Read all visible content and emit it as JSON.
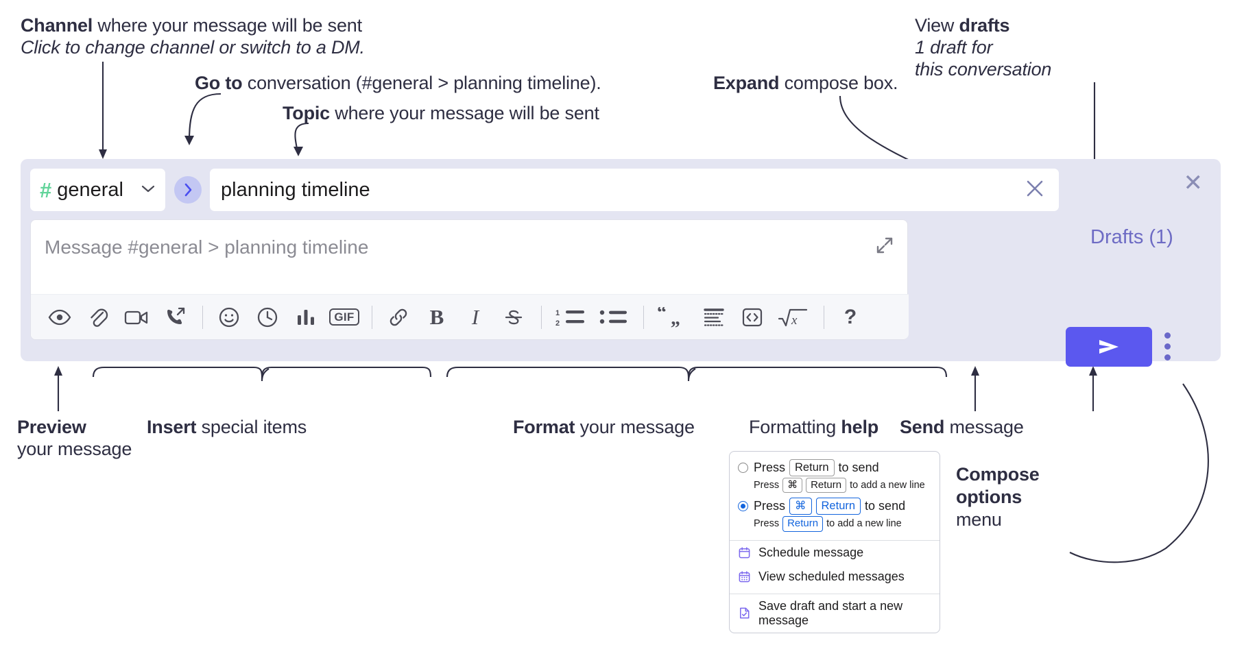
{
  "annotations": {
    "channel": {
      "bold": "Channel",
      "rest": " where your message will be sent",
      "sub": "Click to change channel or switch to a DM."
    },
    "goto": {
      "bold": "Go to",
      "rest": " conversation (#general > planning timeline)."
    },
    "topic": {
      "bold": "Topic",
      "rest": " where your message will be sent"
    },
    "expand": {
      "bold": "Expand",
      "rest": " compose box."
    },
    "drafts": {
      "pre": "View ",
      "bold": "drafts",
      "sub1": "1 draft for",
      "sub2": "this conversation"
    },
    "preview": {
      "bold": "Preview",
      "sub": "your message"
    },
    "insert": {
      "bold": "Insert",
      "rest": " special items"
    },
    "format": {
      "bold": "Format",
      "rest": " your message"
    },
    "formatting_help": {
      "pre": "Formatting ",
      "bold": "help"
    },
    "send": {
      "bold": "Send",
      "rest": " message"
    },
    "compose_options": {
      "bold1": "Compose",
      "bold2": "options",
      "rest": "menu"
    }
  },
  "compose": {
    "channel_name": "general",
    "hash_symbol": "#",
    "chevron": "⌄",
    "goto_arrow": "›",
    "topic_value": "planning timeline",
    "topic_clear": "✕",
    "message_placeholder": "Message #general > planning timeline",
    "drafts_label": "Drafts (1)",
    "widget_close": "✕",
    "accent_send": "#5b58ef",
    "panel_bg": "#e4e5f2",
    "hash_color": "#62d49a",
    "drafts_color": "#6d6bc4"
  },
  "toolbar": {
    "groups": [
      {
        "name": "preview",
        "items": [
          {
            "icon": "eye-icon",
            "label": "Preview"
          }
        ]
      },
      {
        "name": "insert",
        "items": [
          {
            "icon": "paperclip-icon",
            "label": "Attach file"
          },
          {
            "icon": "video-icon",
            "label": "Record video clip"
          },
          {
            "icon": "audio-call-icon",
            "label": "Record audio clip"
          }
        ]
      },
      {
        "name": "insert2",
        "items": [
          {
            "icon": "emoji-icon",
            "label": "Emoji"
          },
          {
            "icon": "clock-icon",
            "label": "Reminder"
          },
          {
            "icon": "poll-icon",
            "label": "Poll"
          },
          {
            "icon": "gif-icon",
            "label": "GIF"
          }
        ]
      },
      {
        "name": "format",
        "items": [
          {
            "icon": "link-icon",
            "label": "Link"
          },
          {
            "icon": "bold-icon",
            "label": "B"
          },
          {
            "icon": "italic-icon",
            "label": "I"
          },
          {
            "icon": "strikethrough-icon",
            "label": "Strikethrough"
          }
        ]
      },
      {
        "name": "lists",
        "items": [
          {
            "icon": "ordered-list-icon",
            "label": "Ordered list"
          },
          {
            "icon": "bulleted-list-icon",
            "label": "Bulleted list"
          }
        ]
      },
      {
        "name": "blocks",
        "items": [
          {
            "icon": "blockquote-icon",
            "label": "Blockquote"
          },
          {
            "icon": "code-block-icon",
            "label": "Code block"
          },
          {
            "icon": "code-icon",
            "label": "Code"
          },
          {
            "icon": "math-icon",
            "label": "Math"
          }
        ]
      },
      {
        "name": "help",
        "items": [
          {
            "icon": "question-icon",
            "label": "?"
          }
        ]
      }
    ],
    "gif_label": "GIF",
    "bold_label": "B",
    "italic_label": "I",
    "help_label": "?"
  },
  "menu": {
    "options": [
      {
        "selected": false,
        "main": [
          {
            "t": "Press",
            "k": false
          },
          {
            "t": "Return",
            "k": true
          },
          {
            "t": "to send",
            "k": false
          }
        ],
        "sub": [
          {
            "t": "Press",
            "k": false
          },
          {
            "t": "⌘",
            "k": true
          },
          {
            "t": "Return",
            "k": true
          },
          {
            "t": "to add a new line",
            "k": false
          }
        ]
      },
      {
        "selected": true,
        "main": [
          {
            "t": "Press",
            "k": false
          },
          {
            "t": "⌘",
            "k": true,
            "blue": true
          },
          {
            "t": "Return",
            "k": true,
            "blue": true
          },
          {
            "t": "to send",
            "k": false
          }
        ],
        "sub": [
          {
            "t": "Press",
            "k": false
          },
          {
            "t": "Return",
            "k": true,
            "blue": true
          },
          {
            "t": "to add a new line",
            "k": false
          }
        ]
      }
    ],
    "items": [
      {
        "icon": "calendar-icon",
        "label": "Schedule message"
      },
      {
        "icon": "calendar-grid-icon",
        "label": "View scheduled messages"
      },
      {
        "icon": "save-draft-icon",
        "label": "Save draft and start a new message"
      }
    ]
  }
}
